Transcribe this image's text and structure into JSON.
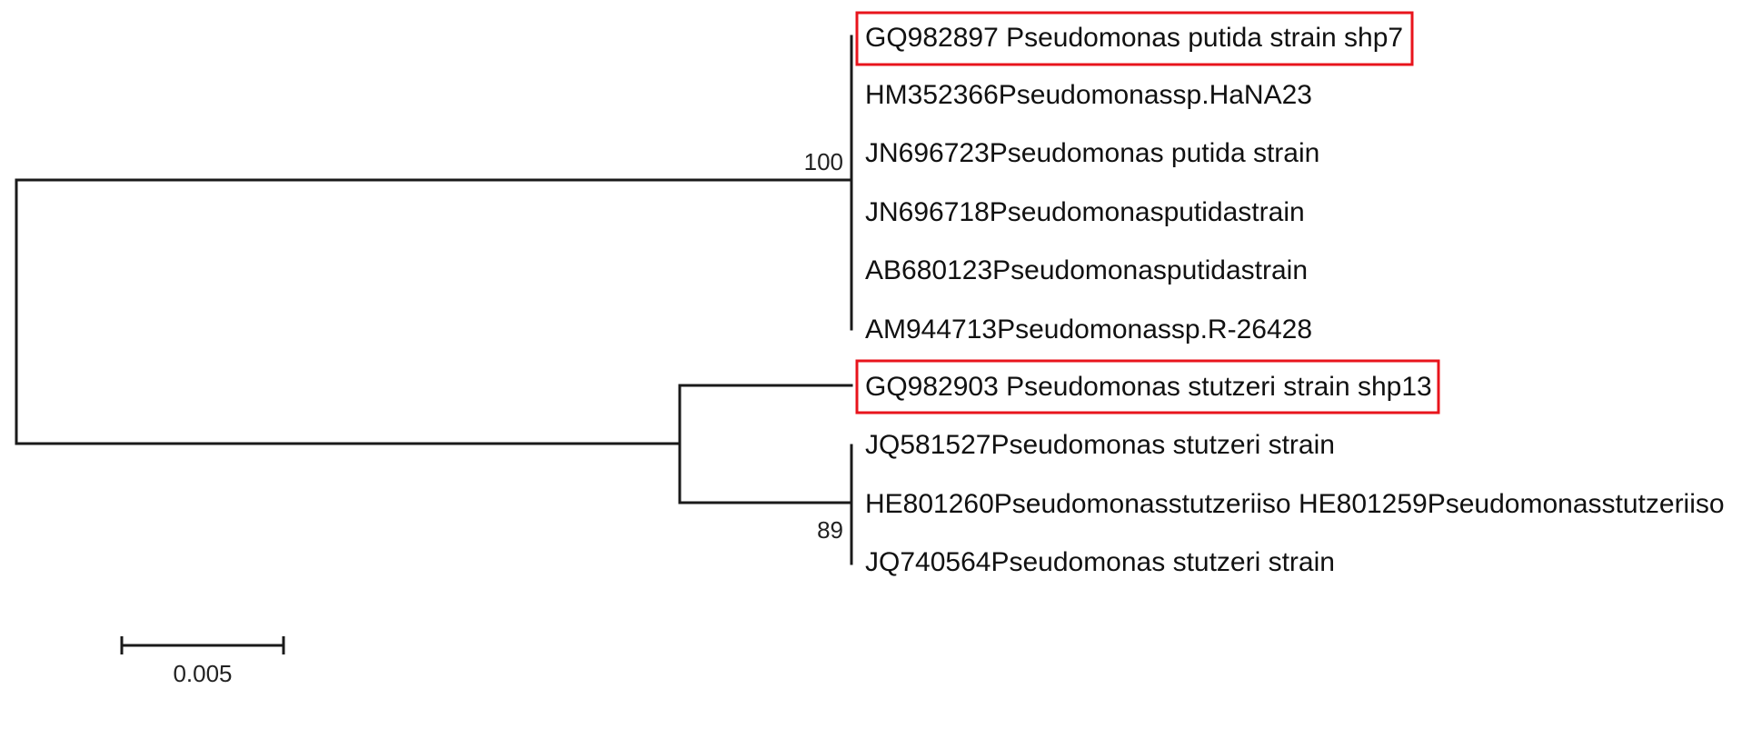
{
  "tree": {
    "clade_putida": {
      "bootstrap": "100",
      "taxa": [
        {
          "label": "GQ982897 Pseudomonas putida strain shp7",
          "highlighted": true
        },
        {
          "label": "HM352366Pseudomonassp.HaNA23",
          "highlighted": false
        },
        {
          "label": "JN696723Pseudomonas putida strain",
          "highlighted": false
        },
        {
          "label": "JN696718Pseudomonasputidastrain",
          "highlighted": false
        },
        {
          "label": "AB680123Pseudomonasputidastrain",
          "highlighted": false
        },
        {
          "label": "AM944713Pseudomonassp.R-26428",
          "highlighted": false
        }
      ]
    },
    "clade_stutzeri": {
      "bootstrap": "89",
      "taxa": [
        {
          "label": "GQ982903 Pseudomonas stutzeri strain shp13",
          "highlighted": true
        },
        {
          "label": "JQ581527Pseudomonas stutzeri strain",
          "highlighted": false
        },
        {
          "label": "HE801260Pseudomonasstutzeriiso HE801259Pseudomonasstutzeriiso",
          "highlighted": false
        },
        {
          "label": "JQ740564Pseudomonas stutzeri strain",
          "highlighted": false
        }
      ]
    },
    "scale_bar": {
      "value": 0.005,
      "label": "0.005"
    }
  },
  "colors": {
    "highlight": "#e8141c",
    "branch": "#1a1a1a"
  }
}
